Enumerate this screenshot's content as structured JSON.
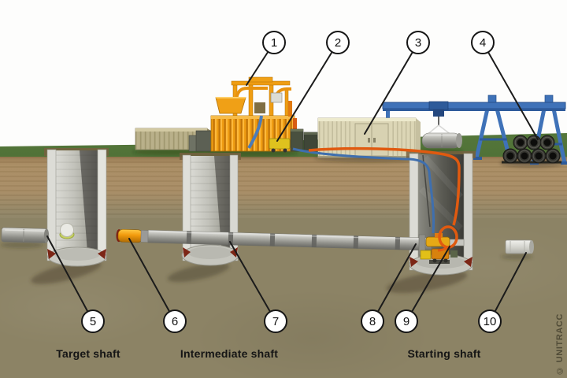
{
  "callouts": [
    "1",
    "2",
    "3",
    "4",
    "5",
    "6",
    "7",
    "8",
    "9",
    "10"
  ],
  "labels": {
    "target": "Target shaft",
    "intermediate": "Intermediate shaft",
    "starting": "Starting shaft"
  },
  "watermark": "© UNITRACC",
  "colors": {
    "machine_orange": "#ef9d13",
    "gantry_blue": "#3f72b8",
    "hose_orange": "#e05a10",
    "hose_blue": "#3f6fae",
    "grass_green": "#5d7f40",
    "topsoil_brown": "#a78b63",
    "subsoil_gray": "#8c8365",
    "mtbm_red_cap": "#7e2012",
    "concrete_gray": "#c9c9c1"
  }
}
